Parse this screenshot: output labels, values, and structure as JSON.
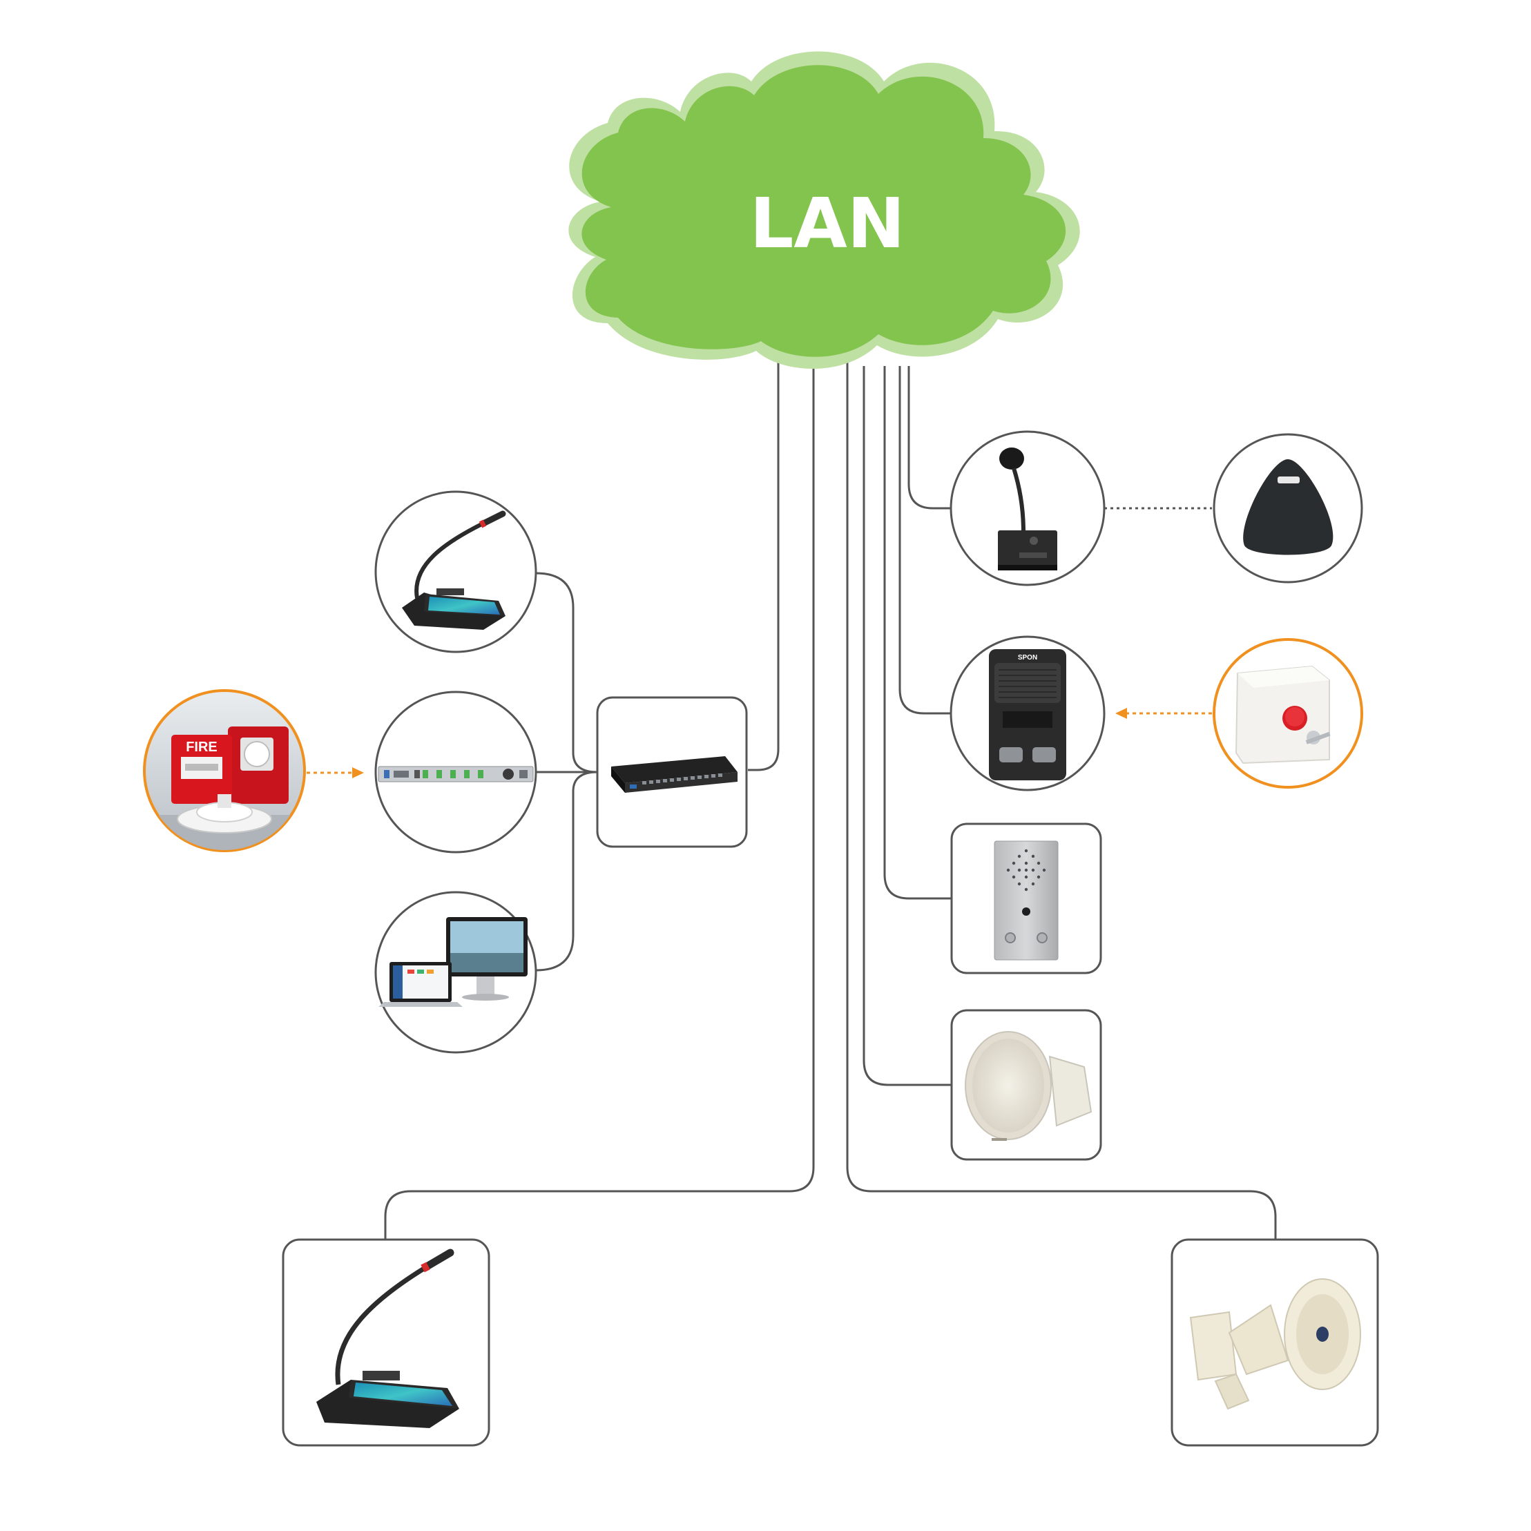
{
  "cloud": {
    "label": "LAN",
    "fill_color": "#83c44f",
    "halo_color": "#bfe0a3",
    "text_color": "#ffffff"
  },
  "colors": {
    "wire": "#555555",
    "node_border": "#555555",
    "input_accent": "#f0901e",
    "dotted_link": "#555555"
  },
  "brand_labels": {
    "intercom_panel_brand": "SPON"
  },
  "nodes": [
    {
      "id": "desktop-paging-console",
      "icon": "microphone-console-icon"
    },
    {
      "id": "audio-io-processor",
      "icon": "rack-unit-icon"
    },
    {
      "id": "management-software",
      "icon": "computer-icon"
    },
    {
      "id": "poe-network-switch",
      "icon": "network-switch-icon"
    },
    {
      "id": "fire-alarm-system",
      "icon": "fire-alarm-icon"
    },
    {
      "id": "paging-microphone",
      "icon": "gooseneck-microphone-icon"
    },
    {
      "id": "ceiling-pickup-microphone",
      "icon": "pickup-microphone-icon"
    },
    {
      "id": "ip-intercom-panel",
      "icon": "intercom-panel-icon"
    },
    {
      "id": "emergency-button",
      "icon": "emergency-button-icon"
    },
    {
      "id": "vandal-proof-intercom",
      "icon": "help-point-icon"
    },
    {
      "id": "ceiling-speaker",
      "icon": "ceiling-speaker-icon"
    },
    {
      "id": "touchscreen-paging-station",
      "icon": "microphone-console-icon"
    },
    {
      "id": "horn-speaker",
      "icon": "horn-speaker-icon"
    }
  ]
}
